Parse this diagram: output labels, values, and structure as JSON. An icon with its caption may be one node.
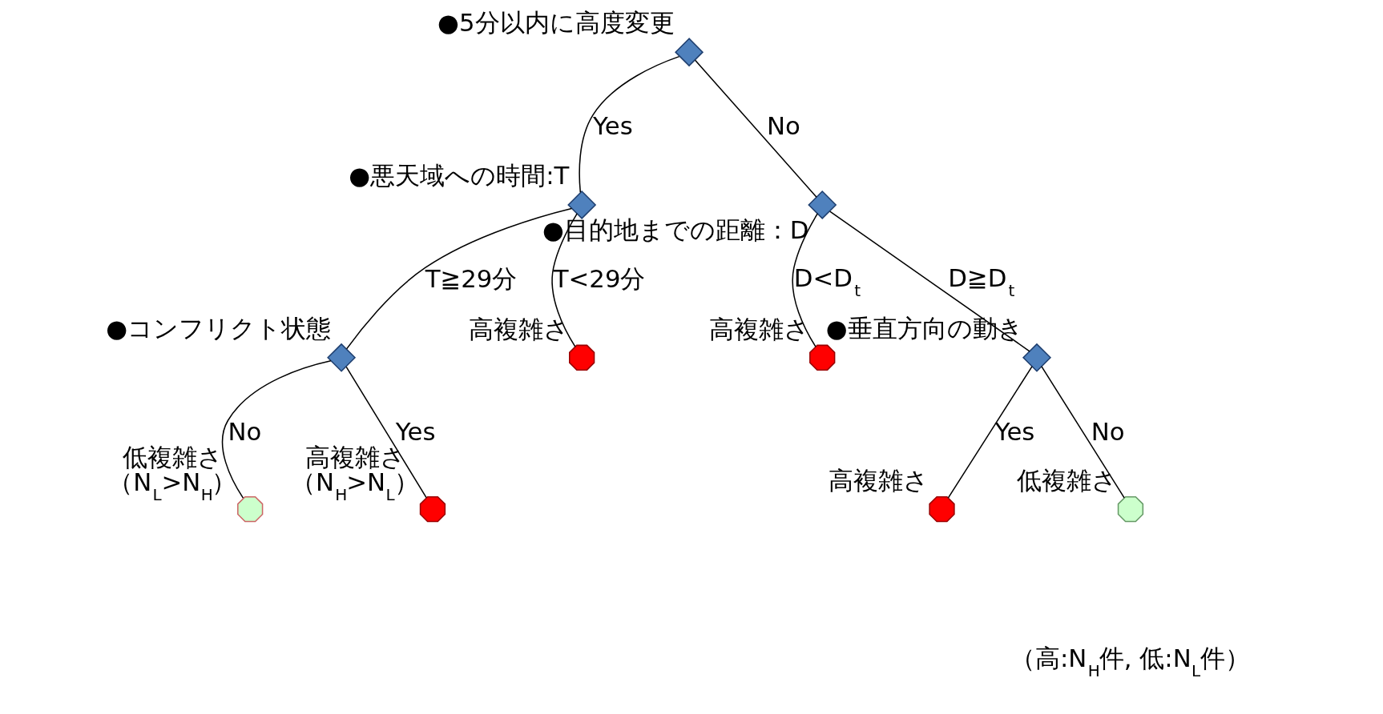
{
  "diagram": {
    "nodes": [
      {
        "text": [
          "●5分以内に高度変更"
        ]
      },
      {
        "text": [
          "●悪天域への時間:T"
        ]
      },
      {
        "text": [
          "●目的地までの距離：D"
        ]
      },
      {
        "text": [
          "●コンフリクト状態"
        ]
      },
      {
        "text": [
          "高複雑さ"
        ]
      },
      {
        "text": [
          "高複雑さ"
        ]
      },
      {
        "text": [
          "●垂直方向の動き"
        ]
      },
      {
        "text": [
          "低複雑さ",
          "（N$_{L}$>N$_{H}$）"
        ]
      },
      {
        "text": [
          "高複雑さ",
          "（N$_{H}$>N$_{L}$）"
        ]
      },
      {
        "text": [
          "高複雑さ"
        ]
      },
      {
        "text": [
          "低複雑さ"
        ]
      }
    ],
    "edges": [
      {
        "from": 0,
        "to": 1,
        "arrow": "none",
        "label": "Yes"
      },
      {
        "from": 0,
        "to": 2,
        "arrow": "none",
        "label": "No"
      },
      {
        "from": 1,
        "to": 3,
        "arrow": "none",
        "label": "T≧29分"
      },
      {
        "from": 1,
        "to": 4,
        "arrow": "none",
        "label": "T<29分"
      },
      {
        "from": 2,
        "to": 5,
        "arrow": "none",
        "label": "D<D$_{t}$"
      },
      {
        "from": 2,
        "to": 6,
        "arrow": "none",
        "label": "D≧D$_{t}$"
      },
      {
        "from": 3,
        "to": 7,
        "arrow": "none",
        "label": "No"
      },
      {
        "from": 3,
        "to": 8,
        "arrow": "none",
        "label": "Yes"
      },
      {
        "from": 6,
        "to": 9,
        "arrow": "none",
        "label": "Yes"
      },
      {
        "from": 6,
        "to": 10,
        "arrow": "none",
        "label": "No"
      }
    ],
    "labels": [
      "（高:N$_{H}$件, 低:N$_{L}$件）"
    ]
  }
}
